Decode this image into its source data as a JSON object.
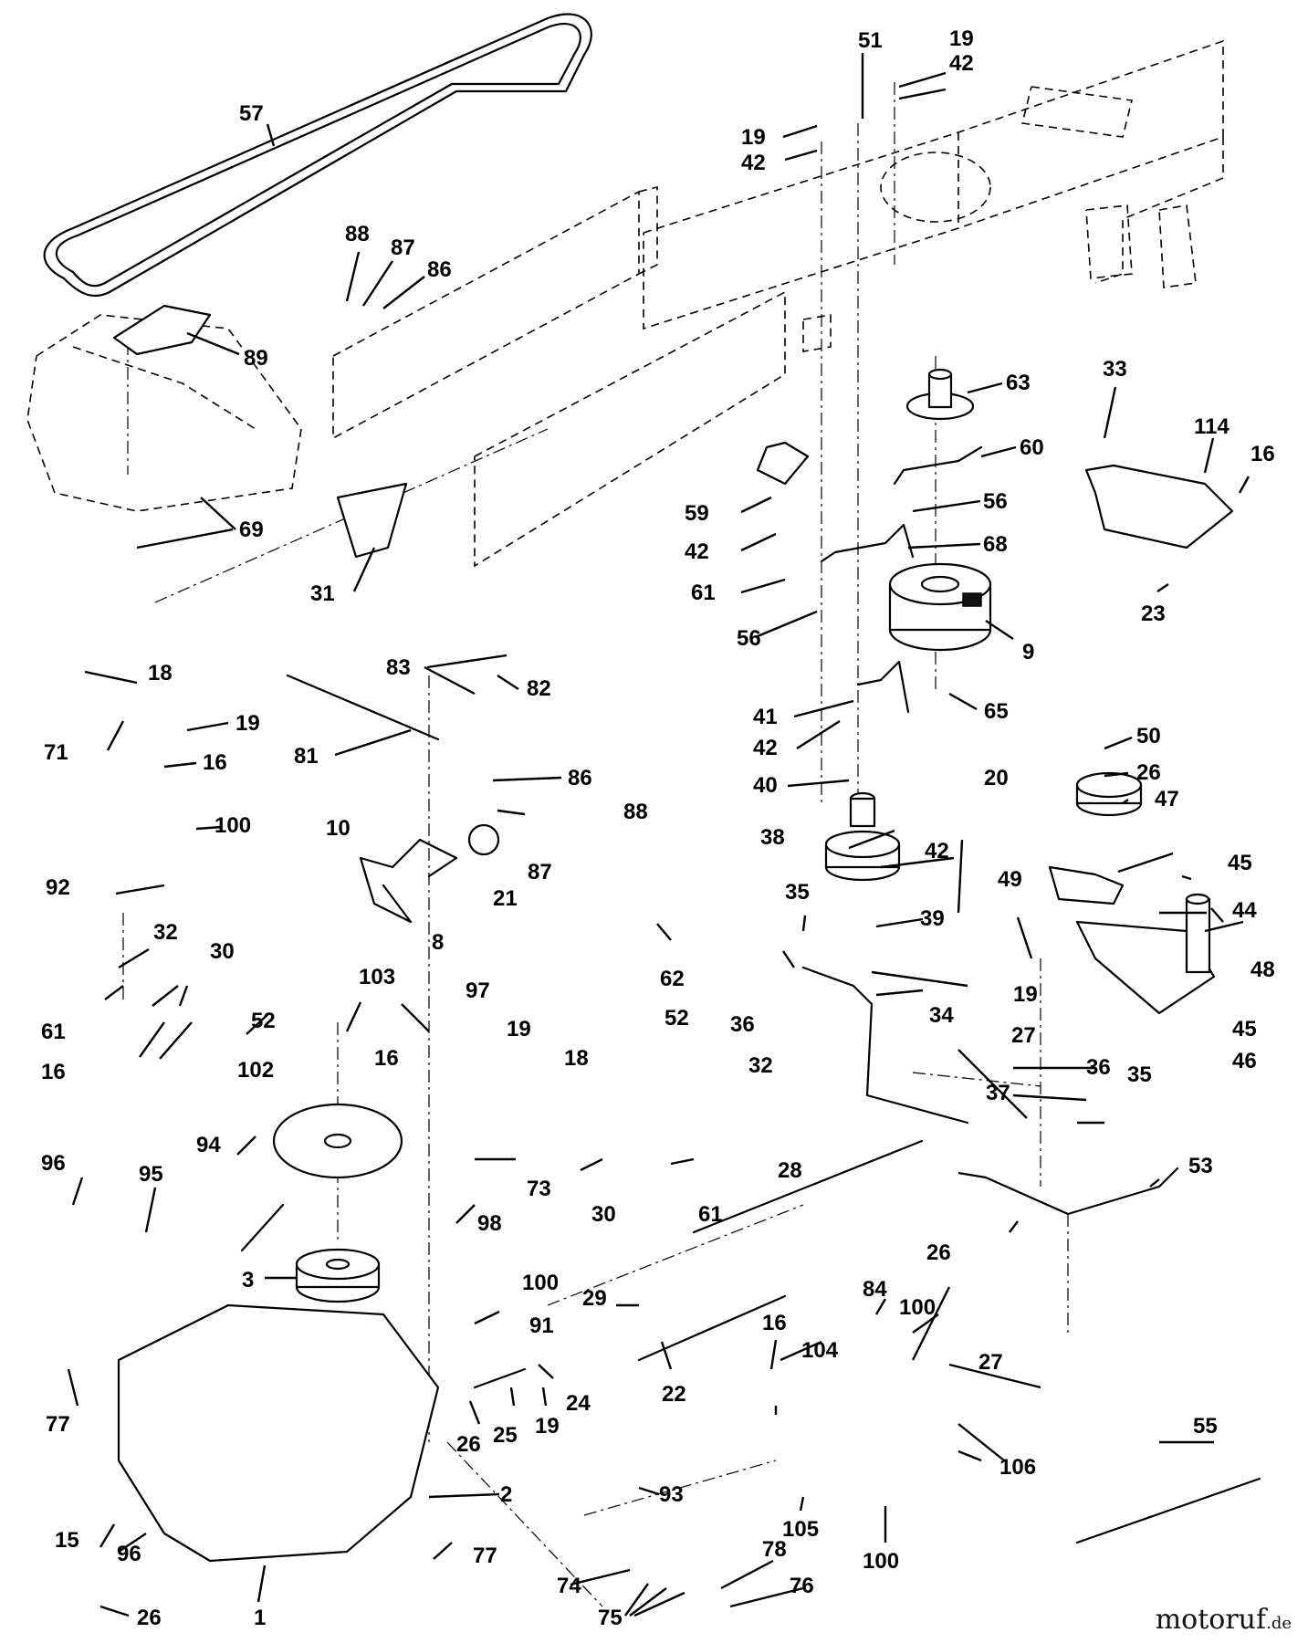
{
  "watermark": {
    "name": "motoruf",
    "suffix": ".de"
  },
  "callouts": [
    "57",
    "51",
    "19",
    "42",
    "19",
    "42",
    "88",
    "87",
    "86",
    "89",
    "63",
    "33",
    "114",
    "16",
    "60",
    "59",
    "42",
    "56",
    "68",
    "61",
    "69",
    "31",
    "23",
    "56",
    "9",
    "18",
    "83",
    "82",
    "19",
    "71",
    "16",
    "81",
    "41",
    "65",
    "42",
    "50",
    "26",
    "86",
    "40",
    "20",
    "88",
    "47",
    "100",
    "10",
    "87",
    "38",
    "42",
    "45",
    "92",
    "21",
    "49",
    "8",
    "39",
    "44",
    "32",
    "30",
    "35",
    "62",
    "48",
    "36",
    "52",
    "61",
    "19",
    "34",
    "103",
    "97",
    "27",
    "45",
    "16",
    "19",
    "52",
    "46",
    "32",
    "16",
    "18",
    "102",
    "37",
    "36",
    "35",
    "94",
    "73",
    "30",
    "61",
    "96",
    "95",
    "98",
    "28",
    "53",
    "26",
    "3",
    "100",
    "29",
    "84",
    "100",
    "91",
    "16",
    "104",
    "22",
    "27",
    "24",
    "77",
    "25",
    "19",
    "55",
    "26",
    "106",
    "2",
    "93",
    "105",
    "100",
    "15",
    "96",
    "77",
    "78",
    "74",
    "76",
    "75",
    "26",
    "1"
  ]
}
